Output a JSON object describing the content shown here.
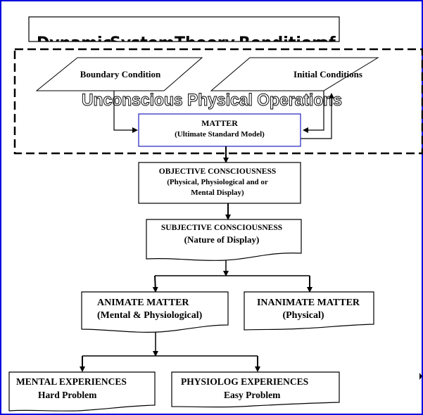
{
  "title": {
    "words": [
      "Dynamic",
      "System",
      "Theory",
      "Rendition",
      "of"
    ]
  },
  "region": {
    "label": "Unconscious Physical Operations"
  },
  "inputs": {
    "boundary": "Boundary Condition",
    "initial": "Initial Conditions"
  },
  "nodes": {
    "matter": {
      "line1": "MATTER",
      "line2": "(Ultimate Standard Model)"
    },
    "objective": {
      "line1": "OBJECTIVE CONSCIOUSNESS",
      "line2": "(Physical, Physiological and or",
      "line3": "Mental Display)"
    },
    "subjective": {
      "line1": "SUBJECTIVE CONSCIOUSNESS",
      "line2": "(Nature of Display)"
    },
    "animate": {
      "line1": "ANIMATE MATTER",
      "line2": "(Mental & Physiological)"
    },
    "inanimate": {
      "line1": "INANIMATE MATTER",
      "line2": "(Physical)"
    },
    "mental": {
      "line1": "MENTAL EXPERIENCES",
      "line2": "Hard Problem"
    },
    "physiolog": {
      "line1": "PHYSIOLOG EXPERIENCES",
      "line2": "Easy Problem"
    }
  },
  "colors": {
    "frame": "#0000e0",
    "matter_border": "#2020c0",
    "stroke": "#000000"
  }
}
